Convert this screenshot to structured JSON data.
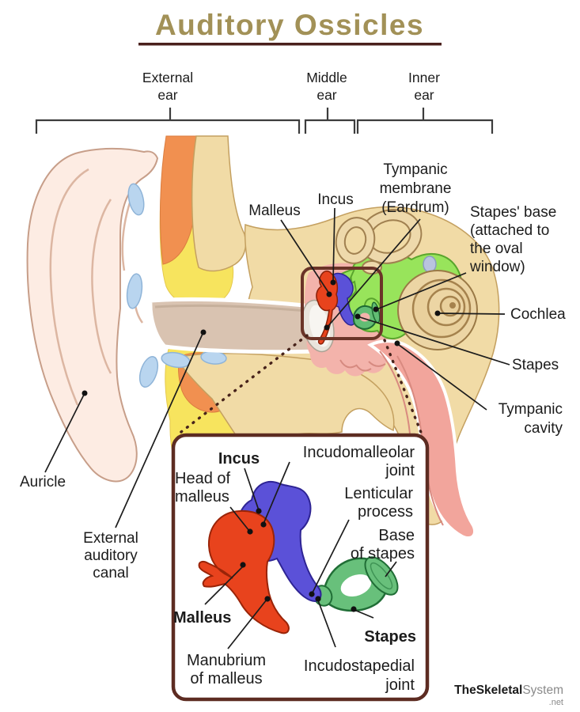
{
  "title": {
    "text": "Auditory Ossicles"
  },
  "regions": [
    {
      "line1": "External",
      "line2": "ear"
    },
    {
      "line1": "Middle",
      "line2": "ear"
    },
    {
      "line1": "Inner",
      "line2": "ear"
    }
  ],
  "main_labels": {
    "malleus": "Malleus",
    "incus": "Incus",
    "tympanic_membrane": [
      "Tympanic",
      "membrane",
      "(Eardrum)"
    ],
    "stapes_base": [
      "Stapes' base",
      "(attached to",
      "the oval",
      "window)"
    ],
    "cochlea": "Cochlea",
    "stapes": "Stapes",
    "tympanic_cavity": [
      "Tympanic",
      "cavity"
    ],
    "auricle": "Auricle",
    "ear_canal": [
      "External",
      "auditory",
      "canal"
    ]
  },
  "inset_labels": {
    "incus": "Incus",
    "incudomalleolar": [
      "Incudomalleolar",
      "joint"
    ],
    "head_of_malleus": [
      "Head of",
      "malleus"
    ],
    "lenticular": [
      "Lenticular",
      "process"
    ],
    "base_of_stapes": [
      "Base",
      "of stapes"
    ],
    "malleus": "Malleus",
    "manubrium": [
      "Manubrium",
      "of malleus"
    ],
    "stapes": "Stapes",
    "incudostapedial": [
      "Incudostapedial",
      "joint"
    ]
  },
  "watermark": {
    "bold": "TheSkeletal",
    "light": "System",
    "tld": ".net"
  },
  "colors": {
    "title": "#a29157",
    "title_underline": "#4a201c",
    "malleus_red": "#e8431d",
    "incus_blue": "#5b51d8",
    "stapes_green": "#62bd74",
    "inner_ear_highlight": "#98e45b",
    "bone_tan": "#f1dba6",
    "fat_yellow": "#f7e45e",
    "muscle_orange": "#f19050",
    "cartilage_blue": "#b9d5ef",
    "cavity_pink": "#f3b3ab",
    "box_border": "#5d2c22"
  }
}
